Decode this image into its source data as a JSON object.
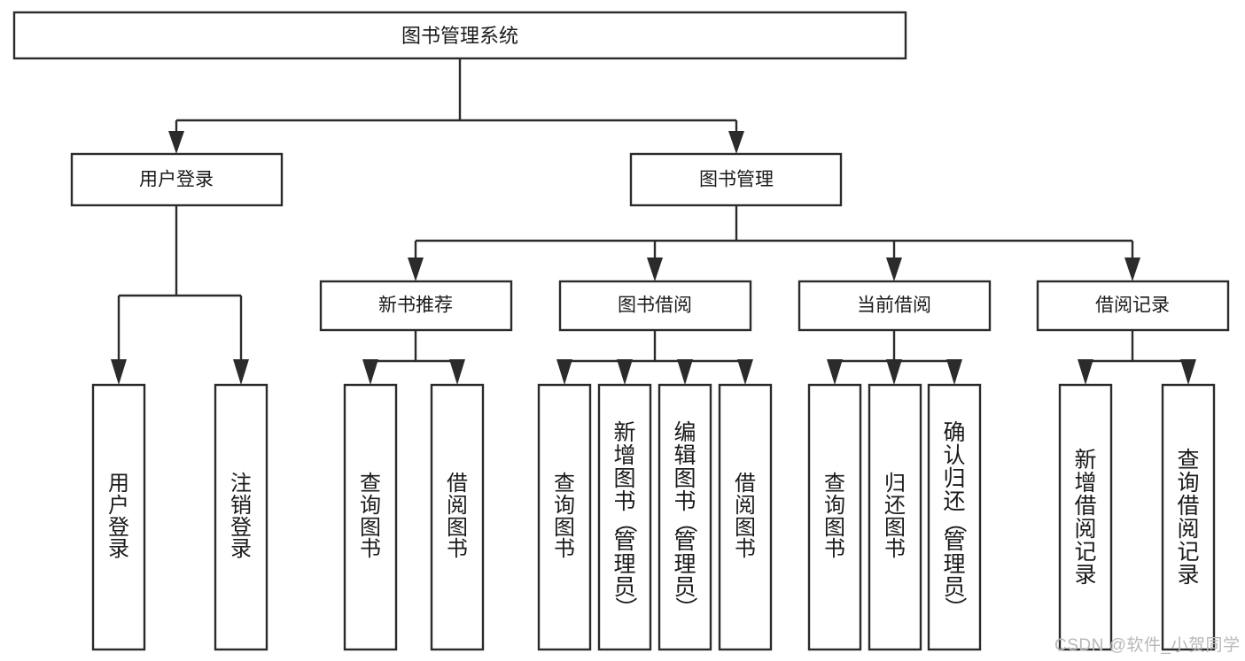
{
  "diagram": {
    "type": "hierarchy-tree",
    "title": "图书管理系统",
    "orientation": "top-down",
    "levels": 4,
    "colors": {
      "background": "#ffffff",
      "box_stroke": "#2b2b2b",
      "box_fill": "#ffffff",
      "text": "#1a1a1a",
      "watermark": "#b8b8b8"
    }
  },
  "root": {
    "label": "图书管理系统"
  },
  "level2": [
    {
      "label": "用户登录"
    },
    {
      "label": "图书管理"
    }
  ],
  "level3": [
    {
      "label": "新书推荐"
    },
    {
      "label": "图书借阅"
    },
    {
      "label": "当前借阅"
    },
    {
      "label": "借阅记录"
    }
  ],
  "leaves": {
    "user_login": [
      {
        "label": "用户登录"
      },
      {
        "label": "注销登录"
      }
    ],
    "new_book_recommend": [
      {
        "label": "查询图书"
      },
      {
        "label": "借阅图书"
      }
    ],
    "book_borrow": [
      {
        "label": "查询图书"
      },
      {
        "label": "新增图书（管理员）"
      },
      {
        "label": "编辑图书（管理员）"
      },
      {
        "label": "借阅图书"
      }
    ],
    "current_borrow": [
      {
        "label": "查询图书"
      },
      {
        "label": "归还图书"
      },
      {
        "label": "确认归还（管理员）"
      }
    ],
    "borrow_record": [
      {
        "label": "新增借阅记录"
      },
      {
        "label": "查询借阅记录"
      }
    ]
  },
  "watermark": {
    "text": "CSDN @软件_小贺同学"
  }
}
